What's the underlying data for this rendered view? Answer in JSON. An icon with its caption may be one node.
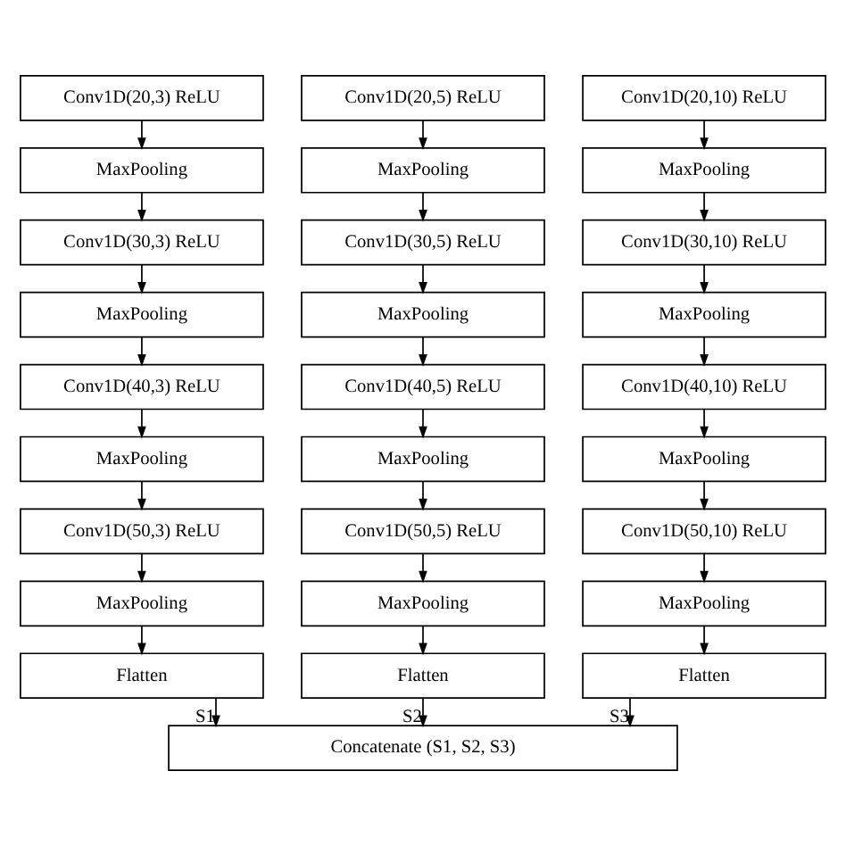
{
  "diagram": {
    "nodes": [
      {
        "text": [
          "Conv1D(20,3) ReLU"
        ]
      },
      {
        "text": [
          "Conv1D(20,5) ReLU"
        ]
      },
      {
        "text": [
          "Conv1D(20,10) ReLU"
        ]
      },
      {
        "text": [
          "MaxPooling"
        ]
      },
      {
        "text": [
          "MaxPooling"
        ]
      },
      {
        "text": [
          "MaxPooling"
        ]
      },
      {
        "text": [
          "Conv1D(30,3) ReLU"
        ]
      },
      {
        "text": [
          "Conv1D(30,5) ReLU"
        ]
      },
      {
        "text": [
          "Conv1D(30,10) ReLU"
        ]
      },
      {
        "text": [
          "MaxPooling"
        ]
      },
      {
        "text": [
          "MaxPooling"
        ]
      },
      {
        "text": [
          "MaxPooling"
        ]
      },
      {
        "text": [
          "Conv1D(40,3) ReLU"
        ]
      },
      {
        "text": [
          "Conv1D(40,5) ReLU"
        ]
      },
      {
        "text": [
          "Conv1D(40,10) ReLU"
        ]
      },
      {
        "text": [
          "MaxPooling"
        ]
      },
      {
        "text": [
          "MaxPooling"
        ]
      },
      {
        "text": [
          "MaxPooling"
        ]
      },
      {
        "text": [
          "Conv1D(50,3) ReLU"
        ]
      },
      {
        "text": [
          "Conv1D(50,5) ReLU"
        ]
      },
      {
        "text": [
          "Conv1D(50,10) ReLU"
        ]
      },
      {
        "text": [
          "MaxPooling"
        ]
      },
      {
        "text": [
          "MaxPooling"
        ]
      },
      {
        "text": [
          "MaxPooling"
        ]
      },
      {
        "text": [
          "Flatten"
        ]
      },
      {
        "text": [
          "Flatten"
        ]
      },
      {
        "text": [
          "Flatten"
        ]
      },
      {
        "text": [
          "Concatenate (S1, S2, S3)"
        ]
      }
    ],
    "edges": [
      {
        "from": 0,
        "to": 3,
        "arrow": "to"
      },
      {
        "from": 1,
        "to": 4,
        "arrow": "to"
      },
      {
        "from": 2,
        "to": 5,
        "arrow": "to"
      },
      {
        "from": 3,
        "to": 6,
        "arrow": "to"
      },
      {
        "from": 4,
        "to": 7,
        "arrow": "to"
      },
      {
        "from": 5,
        "to": 8,
        "arrow": "to"
      },
      {
        "from": 6,
        "to": 9,
        "arrow": "to"
      },
      {
        "from": 7,
        "to": 10,
        "arrow": "to"
      },
      {
        "from": 8,
        "to": 11,
        "arrow": "to"
      },
      {
        "from": 9,
        "to": 12,
        "arrow": "to"
      },
      {
        "from": 10,
        "to": 13,
        "arrow": "to"
      },
      {
        "from": 11,
        "to": 14,
        "arrow": "to"
      },
      {
        "from": 12,
        "to": 15,
        "arrow": "to"
      },
      {
        "from": 13,
        "to": 16,
        "arrow": "to"
      },
      {
        "from": 14,
        "to": 17,
        "arrow": "to"
      },
      {
        "from": 15,
        "to": 18,
        "arrow": "to"
      },
      {
        "from": 16,
        "to": 19,
        "arrow": "to"
      },
      {
        "from": 17,
        "to": 20,
        "arrow": "to"
      },
      {
        "from": 18,
        "to": 21,
        "arrow": "to"
      },
      {
        "from": 19,
        "to": 22,
        "arrow": "to"
      },
      {
        "from": 20,
        "to": 23,
        "arrow": "to"
      },
      {
        "from": 21,
        "to": 24,
        "arrow": "to"
      },
      {
        "from": 22,
        "to": 25,
        "arrow": "to"
      },
      {
        "from": 23,
        "to": 26,
        "arrow": "to"
      },
      {
        "from": 24,
        "to": 27,
        "arrow": "to",
        "label": "S1"
      },
      {
        "from": 25,
        "to": 27,
        "arrow": "to",
        "label": "S2"
      },
      {
        "from": 26,
        "to": 27,
        "arrow": "to",
        "label": "S3"
      }
    ]
  }
}
